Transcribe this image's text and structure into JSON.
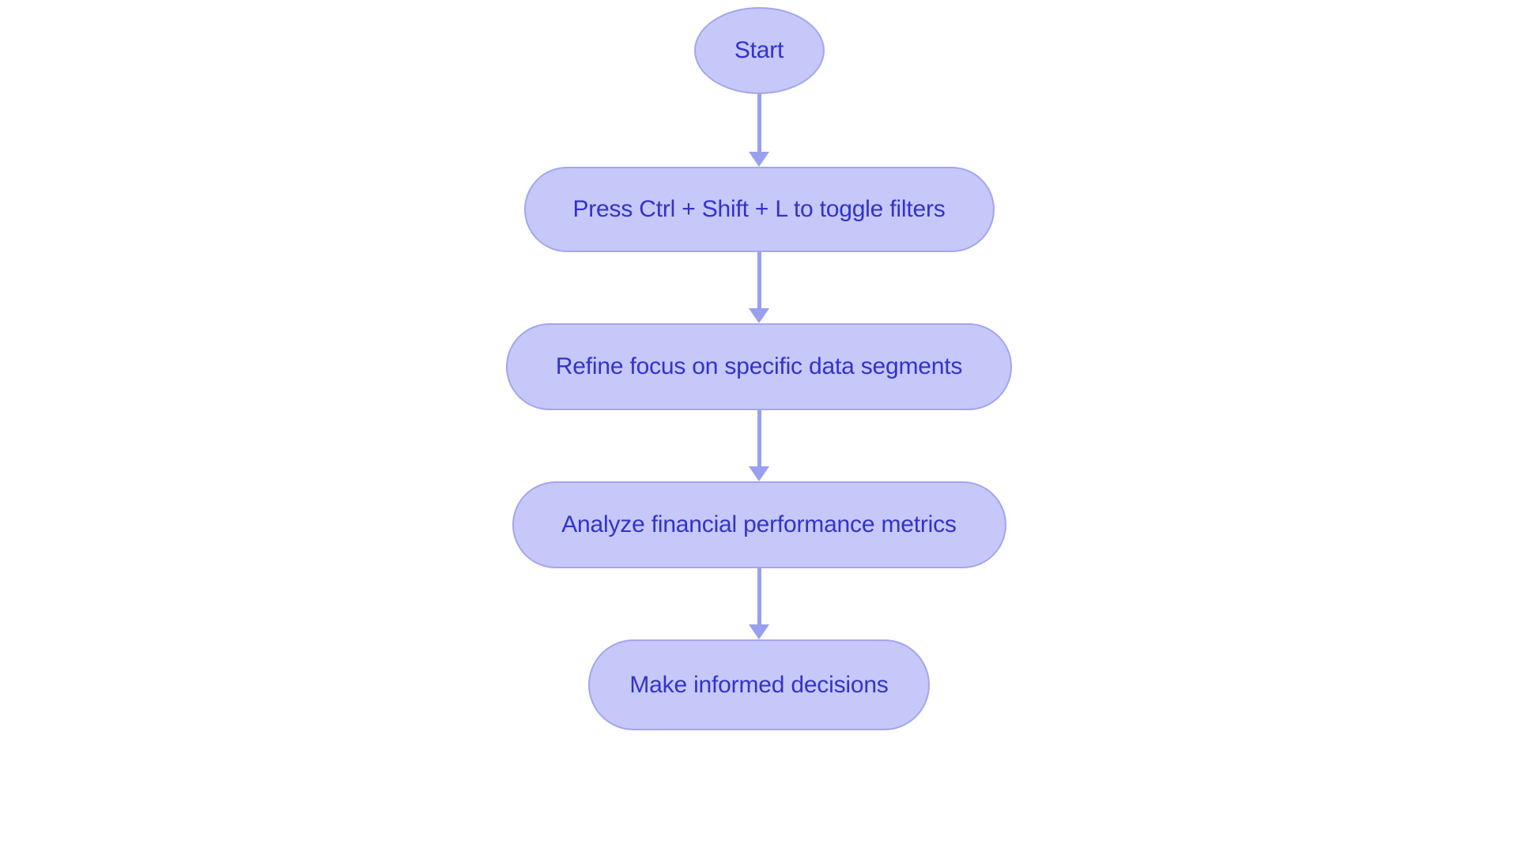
{
  "diagram": {
    "type": "flowchart",
    "orientation": "top-to-bottom",
    "background_color": "#ffffff",
    "node_fill_color": "#c5c8f8",
    "node_border_color": "#a3a6ef",
    "node_text_color": "#3232cd",
    "connector_color": "#9aa0f0",
    "nodes": [
      {
        "id": "start",
        "label": "Start",
        "shape": "terminal"
      },
      {
        "id": "toggle-filters",
        "label": "Press Ctrl + Shift + L to toggle filters",
        "shape": "stadium"
      },
      {
        "id": "refine-focus",
        "label": "Refine focus on specific data segments",
        "shape": "stadium"
      },
      {
        "id": "analyze-metrics",
        "label": "Analyze financial performance metrics",
        "shape": "stadium"
      },
      {
        "id": "make-decisions",
        "label": "Make informed decisions",
        "shape": "stadium"
      }
    ],
    "edges": [
      {
        "id": "e1",
        "from": "start",
        "to": "toggle-filters",
        "label": "",
        "arrow": "down"
      },
      {
        "id": "e2",
        "from": "toggle-filters",
        "to": "refine-focus",
        "label": "",
        "arrow": "down"
      },
      {
        "id": "e3",
        "from": "refine-focus",
        "to": "analyze-metrics",
        "label": "",
        "arrow": "down"
      },
      {
        "id": "e4",
        "from": "analyze-metrics",
        "to": "make-decisions",
        "label": "",
        "arrow": "down"
      }
    ]
  }
}
